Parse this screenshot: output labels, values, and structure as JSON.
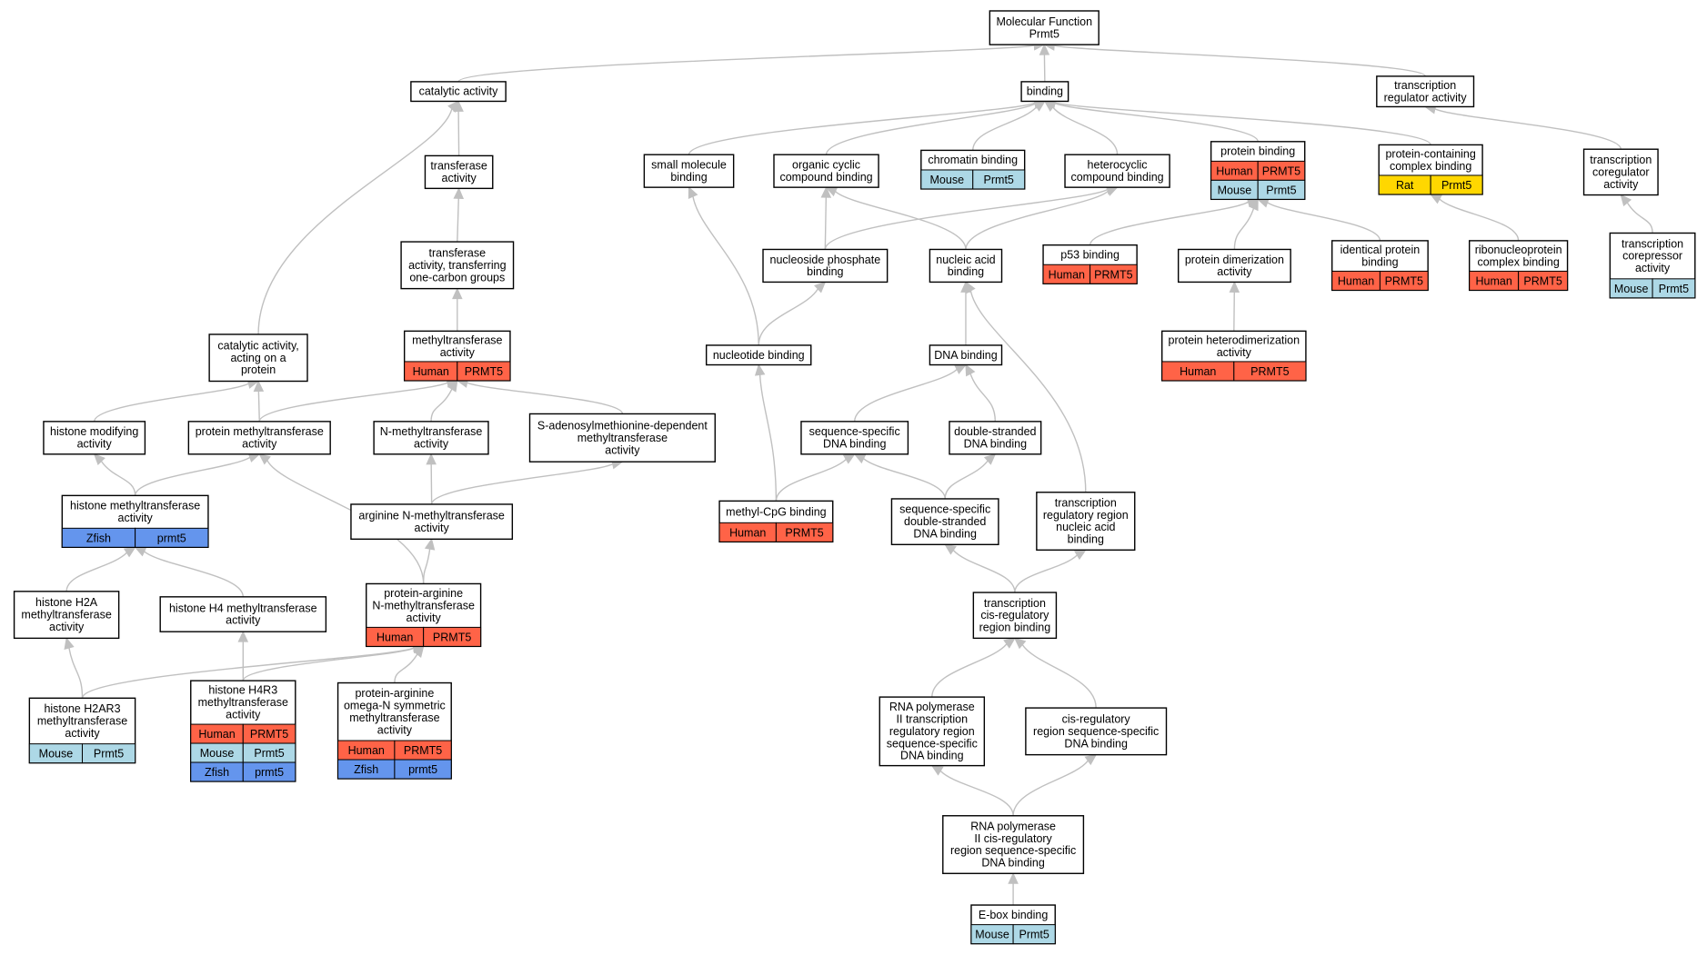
{
  "colors": {
    "Human": "#ff6347",
    "Mouse": "#add8e6",
    "Zfish": "#6495ed",
    "Rat": "#ffd700",
    "edge": "#c0c0c0"
  },
  "nodes": [
    {
      "id": "mf",
      "lines": [
        "Molecular Function",
        "Prmt5"
      ],
      "annotations": []
    },
    {
      "id": "catalytic",
      "lines": [
        "catalytic activity"
      ],
      "annotations": []
    },
    {
      "id": "binding",
      "lines": [
        "binding"
      ],
      "annotations": []
    },
    {
      "id": "treg",
      "lines": [
        "transcription",
        "regulator activity"
      ],
      "annotations": []
    },
    {
      "id": "transferase",
      "lines": [
        "transferase",
        "activity"
      ],
      "annotations": []
    },
    {
      "id": "smallmol",
      "lines": [
        "small molecule",
        "binding"
      ],
      "annotations": []
    },
    {
      "id": "orgcyc",
      "lines": [
        "organic cyclic",
        "compound binding"
      ],
      "annotations": []
    },
    {
      "id": "chromatin",
      "lines": [
        "chromatin binding"
      ],
      "annotations": [
        {
          "species": "Mouse",
          "gene": "Prmt5"
        }
      ]
    },
    {
      "id": "heterocyc",
      "lines": [
        "heterocyclic",
        "compound binding"
      ],
      "annotations": []
    },
    {
      "id": "protbind",
      "lines": [
        "protein binding"
      ],
      "annotations": [
        {
          "species": "Human",
          "gene": "PRMT5"
        },
        {
          "species": "Mouse",
          "gene": "Prmt5"
        }
      ]
    },
    {
      "id": "pcc",
      "lines": [
        "protein-containing",
        "complex binding"
      ],
      "annotations": [
        {
          "species": "Rat",
          "gene": "Prmt5"
        }
      ]
    },
    {
      "id": "tcoreg",
      "lines": [
        "transcription",
        "coregulator",
        "activity"
      ],
      "annotations": []
    },
    {
      "id": "onecarbon",
      "lines": [
        "transferase",
        "activity, transferring",
        "one-carbon groups"
      ],
      "annotations": []
    },
    {
      "id": "nucphos",
      "lines": [
        "nucleoside phosphate",
        "binding"
      ],
      "annotations": []
    },
    {
      "id": "nucacid",
      "lines": [
        "nucleic acid",
        "binding"
      ],
      "annotations": []
    },
    {
      "id": "p53",
      "lines": [
        "p53 binding"
      ],
      "annotations": [
        {
          "species": "Human",
          "gene": "PRMT5"
        }
      ]
    },
    {
      "id": "protdimer",
      "lines": [
        "protein dimerization",
        "activity"
      ],
      "annotations": []
    },
    {
      "id": "identprot",
      "lines": [
        "identical protein",
        "binding"
      ],
      "annotations": [
        {
          "species": "Human",
          "gene": "PRMT5"
        }
      ]
    },
    {
      "id": "ribonuc",
      "lines": [
        "ribonucleoprotein",
        "complex binding"
      ],
      "annotations": [
        {
          "species": "Human",
          "gene": "PRMT5"
        }
      ]
    },
    {
      "id": "tcorep",
      "lines": [
        "transcription",
        "corepressor",
        "activity"
      ],
      "annotations": [
        {
          "species": "Mouse",
          "gene": "Prmt5"
        }
      ]
    },
    {
      "id": "catprot",
      "lines": [
        "catalytic activity,",
        "acting on a",
        "protein"
      ],
      "annotations": []
    },
    {
      "id": "methyltrans",
      "lines": [
        "methyltransferase",
        "activity"
      ],
      "annotations": [
        {
          "species": "Human",
          "gene": "PRMT5"
        }
      ]
    },
    {
      "id": "nucleotide",
      "lines": [
        "nucleotide binding"
      ],
      "annotations": []
    },
    {
      "id": "dna",
      "lines": [
        "DNA binding"
      ],
      "annotations": []
    },
    {
      "id": "protheterodimer",
      "lines": [
        "protein heterodimerization",
        "activity"
      ],
      "annotations": [
        {
          "species": "Human",
          "gene": "PRMT5"
        }
      ]
    },
    {
      "id": "histmod",
      "lines": [
        "histone modifying",
        "activity"
      ],
      "annotations": []
    },
    {
      "id": "protmethyl",
      "lines": [
        "protein methyltransferase",
        "activity"
      ],
      "annotations": []
    },
    {
      "id": "nmethyl",
      "lines": [
        "N-methyltransferase",
        "activity"
      ],
      "annotations": []
    },
    {
      "id": "sam",
      "lines": [
        "S-adenosylmethionine-dependent",
        "methyltransferase",
        "activity"
      ],
      "annotations": []
    },
    {
      "id": "seqspec",
      "lines": [
        "sequence-specific",
        "DNA binding"
      ],
      "annotations": []
    },
    {
      "id": "dsdna",
      "lines": [
        "double-stranded",
        "DNA binding"
      ],
      "annotations": []
    },
    {
      "id": "histmethyl",
      "lines": [
        "histone methyltransferase",
        "activity"
      ],
      "annotations": [
        {
          "species": "Zfish",
          "gene": "prmt5"
        }
      ]
    },
    {
      "id": "argnmethyl",
      "lines": [
        "arginine N-methyltransferase",
        "activity"
      ],
      "annotations": []
    },
    {
      "id": "methylcpg",
      "lines": [
        "methyl-CpG binding"
      ],
      "annotations": [
        {
          "species": "Human",
          "gene": "PRMT5"
        }
      ]
    },
    {
      "id": "seqdsdna",
      "lines": [
        "sequence-specific",
        "double-stranded",
        "DNA binding"
      ],
      "annotations": []
    },
    {
      "id": "tregregion",
      "lines": [
        "transcription",
        "regulatory region",
        "nucleic acid",
        "binding"
      ],
      "annotations": []
    },
    {
      "id": "h2a",
      "lines": [
        "histone H2A",
        "methyltransferase",
        "activity"
      ],
      "annotations": []
    },
    {
      "id": "h4",
      "lines": [
        "histone H4 methyltransferase",
        "activity"
      ],
      "annotations": []
    },
    {
      "id": "protarg",
      "lines": [
        "protein-arginine",
        "N-methyltransferase",
        "activity"
      ],
      "annotations": [
        {
          "species": "Human",
          "gene": "PRMT5"
        }
      ]
    },
    {
      "id": "tcis",
      "lines": [
        "transcription",
        "cis-regulatory",
        "region binding"
      ],
      "annotations": []
    },
    {
      "id": "h2ar3",
      "lines": [
        "histone H2AR3",
        "methyltransferase",
        "activity"
      ],
      "annotations": [
        {
          "species": "Mouse",
          "gene": "Prmt5"
        }
      ]
    },
    {
      "id": "h4r3",
      "lines": [
        "histone H4R3",
        "methyltransferase",
        "activity"
      ],
      "annotations": [
        {
          "species": "Human",
          "gene": "PRMT5"
        },
        {
          "species": "Mouse",
          "gene": "Prmt5"
        },
        {
          "species": "Zfish",
          "gene": "prmt5"
        }
      ]
    },
    {
      "id": "omegaN",
      "lines": [
        "protein-arginine",
        "omega-N symmetric",
        "methyltransferase",
        "activity"
      ],
      "annotations": [
        {
          "species": "Human",
          "gene": "PRMT5"
        },
        {
          "species": "Zfish",
          "gene": "prmt5"
        }
      ]
    },
    {
      "id": "rnapol2treg",
      "lines": [
        "RNA polymerase",
        "II transcription",
        "regulatory region",
        "sequence-specific",
        "DNA binding"
      ],
      "annotations": []
    },
    {
      "id": "cisregseq",
      "lines": [
        "cis-regulatory",
        "region sequence-specific",
        "DNA binding"
      ],
      "annotations": []
    },
    {
      "id": "rnapol2cis",
      "lines": [
        "RNA polymerase",
        "II cis-regulatory",
        "region sequence-specific",
        "DNA binding"
      ],
      "annotations": []
    },
    {
      "id": "ebox",
      "lines": [
        "E-box binding"
      ],
      "annotations": [
        {
          "species": "Mouse",
          "gene": "Prmt5"
        }
      ]
    }
  ],
  "edges": [
    [
      "catalytic",
      "mf"
    ],
    [
      "binding",
      "mf"
    ],
    [
      "treg",
      "mf"
    ],
    [
      "transferase",
      "catalytic"
    ],
    [
      "catprot",
      "catalytic"
    ],
    [
      "onecarbon",
      "transferase"
    ],
    [
      "methyltrans",
      "onecarbon"
    ],
    [
      "smallmol",
      "binding"
    ],
    [
      "orgcyc",
      "binding"
    ],
    [
      "chromatin",
      "binding"
    ],
    [
      "heterocyc",
      "binding"
    ],
    [
      "protbind",
      "binding"
    ],
    [
      "pcc",
      "binding"
    ],
    [
      "tcoreg",
      "treg"
    ],
    [
      "tcorep",
      "tcoreg"
    ],
    [
      "nucphos",
      "orgcyc"
    ],
    [
      "nucphos",
      "heterocyc"
    ],
    [
      "nucacid",
      "orgcyc"
    ],
    [
      "nucacid",
      "heterocyc"
    ],
    [
      "p53",
      "protbind"
    ],
    [
      "protdimer",
      "protbind"
    ],
    [
      "identprot",
      "protbind"
    ],
    [
      "ribonuc",
      "pcc"
    ],
    [
      "protheterodimer",
      "protdimer"
    ],
    [
      "histmod",
      "catprot"
    ],
    [
      "protmethyl",
      "catprot"
    ],
    [
      "protmethyl",
      "methyltrans"
    ],
    [
      "nmethyl",
      "methyltrans"
    ],
    [
      "sam",
      "methyltrans"
    ],
    [
      "nucleotide",
      "smallmol"
    ],
    [
      "nucleotide",
      "nucphos"
    ],
    [
      "dna",
      "nucacid"
    ],
    [
      "seqspec",
      "dna"
    ],
    [
      "dsdna",
      "dna"
    ],
    [
      "methylcpg",
      "nucleotide"
    ],
    [
      "methylcpg",
      "seqspec"
    ],
    [
      "seqdsdna",
      "seqspec"
    ],
    [
      "seqdsdna",
      "dsdna"
    ],
    [
      "tregregion",
      "nucacid"
    ],
    [
      "histmethyl",
      "histmod"
    ],
    [
      "histmethyl",
      "protmethyl"
    ],
    [
      "argnmethyl",
      "nmethyl"
    ],
    [
      "argnmethyl",
      "sam"
    ],
    [
      "protarg",
      "argnmethyl"
    ],
    [
      "protarg",
      "protmethyl"
    ],
    [
      "h2a",
      "histmethyl"
    ],
    [
      "h4",
      "histmethyl"
    ],
    [
      "h2ar3",
      "h2a"
    ],
    [
      "h2ar3",
      "protarg"
    ],
    [
      "h4r3",
      "h4"
    ],
    [
      "h4r3",
      "protarg"
    ],
    [
      "omegaN",
      "protarg"
    ],
    [
      "tcis",
      "seqdsdna"
    ],
    [
      "tcis",
      "tregregion"
    ],
    [
      "rnapol2treg",
      "tcis"
    ],
    [
      "cisregseq",
      "tcis"
    ],
    [
      "rnapol2cis",
      "rnapol2treg"
    ],
    [
      "rnapol2cis",
      "cisregseq"
    ],
    [
      "ebox",
      "rnapol2cis"
    ]
  ]
}
